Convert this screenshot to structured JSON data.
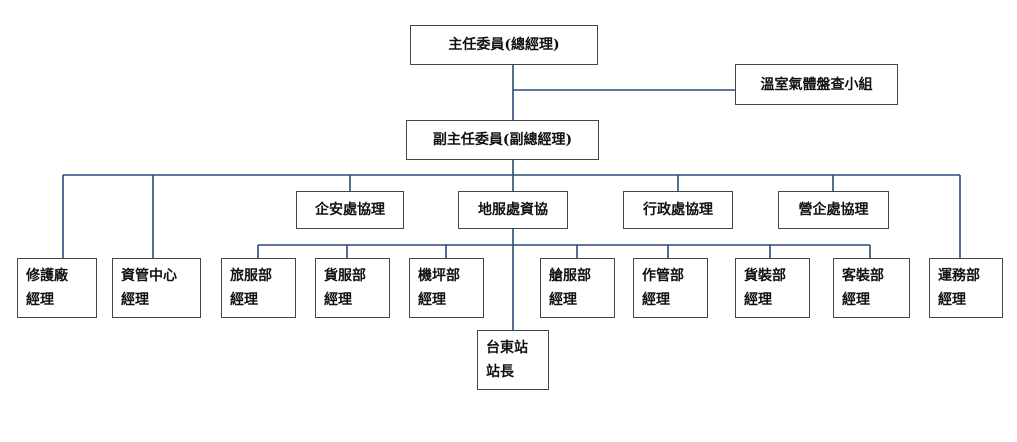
{
  "org_chart": {
    "top": {
      "label": "主任委員(總經理)"
    },
    "side_group": {
      "label": "溫室氣體盤查小組"
    },
    "deputy": {
      "label": "副主任委員(副總經理)"
    },
    "offices": [
      {
        "label": "企安處協理"
      },
      {
        "label": "地服處資協"
      },
      {
        "label": "行政處協理"
      },
      {
        "label": "營企處協理"
      }
    ],
    "units": [
      {
        "line1": "修護廠",
        "line2": "經理"
      },
      {
        "line1": "資管中心",
        "line2": "經理"
      },
      {
        "line1": "旅服部",
        "line2": "經理"
      },
      {
        "line1": "貨服部",
        "line2": "經理"
      },
      {
        "line1": "機坪部",
        "line2": "經理"
      },
      {
        "line1": "艙服部",
        "line2": "經理"
      },
      {
        "line1": "作管部",
        "line2": "經理"
      },
      {
        "line1": "貨裝部",
        "line2": "經理"
      },
      {
        "line1": "客裝部",
        "line2": "經理"
      },
      {
        "line1": "運務部",
        "line2": "經理"
      }
    ],
    "station": {
      "line1": "台東站",
      "line2": "站長"
    }
  }
}
